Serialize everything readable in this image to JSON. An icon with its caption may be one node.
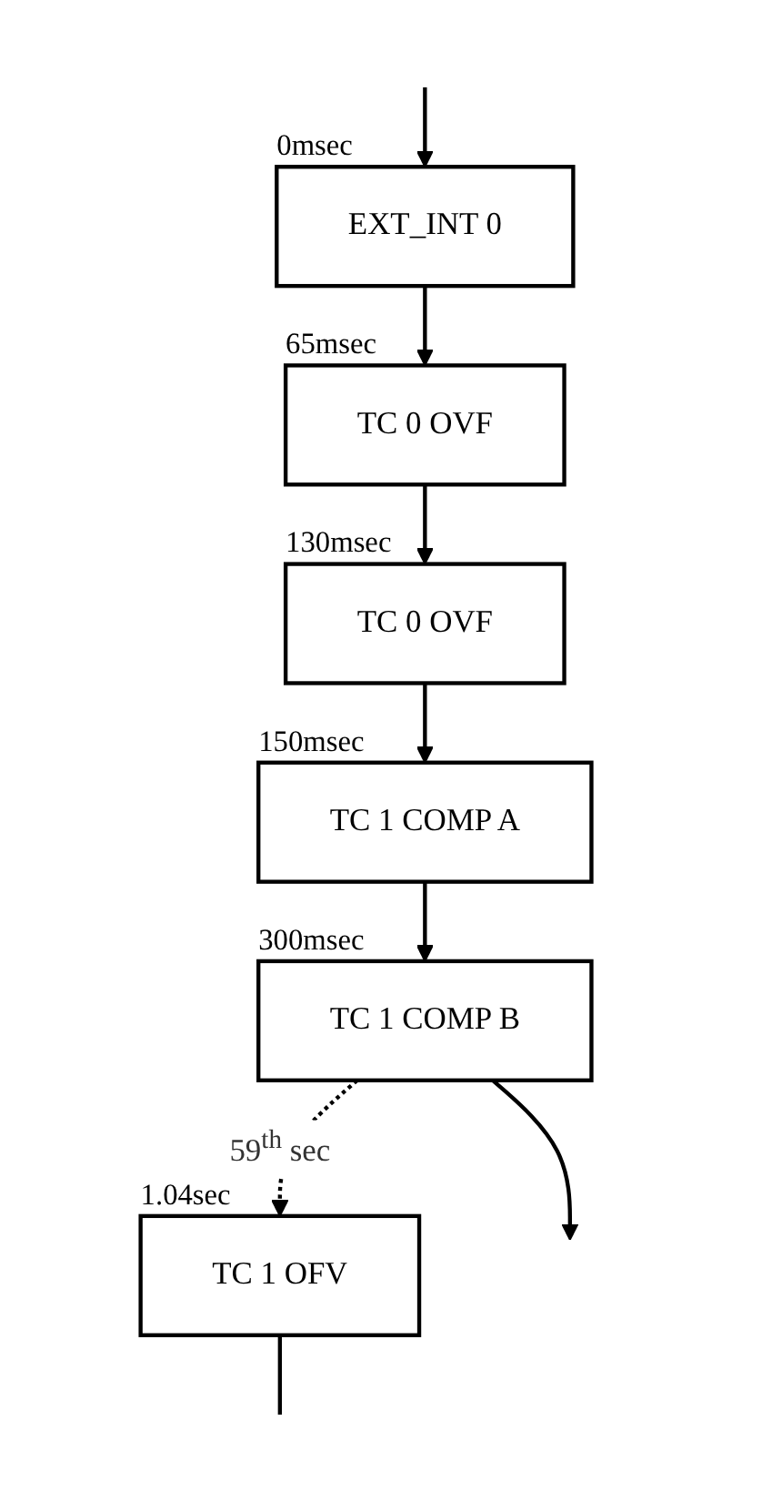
{
  "diagram": {
    "nodes": [
      {
        "text": [
          "EXT_INT 0"
        ],
        "beside": [
          "0msec"
        ]
      },
      {
        "text": [
          "TC 0 OVF"
        ],
        "beside": [
          "65msec"
        ]
      },
      {
        "text": [
          "TC 0 OVF"
        ],
        "beside": [
          "130msec"
        ]
      },
      {
        "text": [
          "TC 1 COMP A"
        ],
        "beside": [
          "150msec"
        ]
      },
      {
        "text": [
          "TC 1 COMP B"
        ],
        "beside": [
          "300msec"
        ]
      },
      {
        "text": [
          "TC 1 OFV"
        ],
        "beside": [
          "1.04sec"
        ]
      }
    ],
    "edges": [
      {
        "from": null,
        "to": 0,
        "arrow": "to"
      },
      {
        "from": 0,
        "to": 1,
        "arrow": "to"
      },
      {
        "from": 1,
        "to": 2,
        "arrow": "to"
      },
      {
        "from": 2,
        "to": 3,
        "arrow": "to"
      },
      {
        "from": 3,
        "to": 4,
        "arrow": "to"
      },
      {
        "from": 4,
        "to": null,
        "arrow": "to"
      },
      {
        "from": 4,
        "to": 5,
        "arrow": "to",
        "style": "dashed",
        "label": "59$^{th}$ sec"
      },
      {
        "from": 5,
        "to": null,
        "arrow": "none"
      }
    ]
  }
}
